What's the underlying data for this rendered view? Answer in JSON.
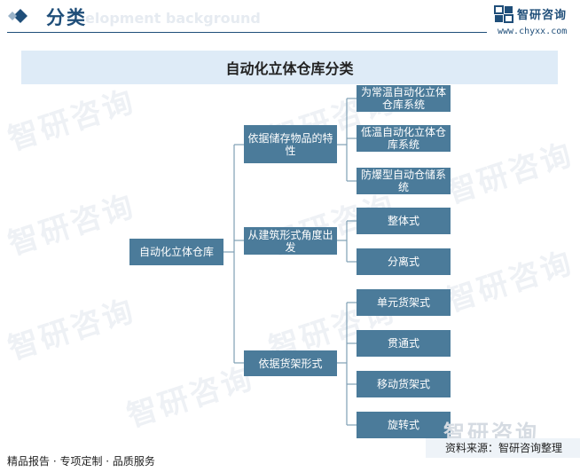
{
  "header": {
    "title": "分类",
    "ghost_text": "elopment background"
  },
  "logo": {
    "name": "智研咨询",
    "url": "www.chyxx.com"
  },
  "diagram": {
    "title": "自动化立体仓库分类",
    "root": "自动化立体仓库",
    "categories": [
      {
        "label": "依据储存物品的特性",
        "children": [
          "为常温自动化立体仓库系统",
          "低温自动化立体仓库系统",
          "防爆型自动仓储系统"
        ]
      },
      {
        "label": "从建筑形式角度出发",
        "children": [
          "整体式",
          "分离式"
        ]
      },
      {
        "label": "依据货架形式",
        "children": [
          "单元货架式",
          "贯通式",
          "移动货架式",
          "旋转式"
        ]
      }
    ]
  },
  "watermark": "智研咨询",
  "footer": {
    "services": "精品报告 · 专项定制 · 品质服务",
    "source": "资料来源：智研咨询整理"
  }
}
